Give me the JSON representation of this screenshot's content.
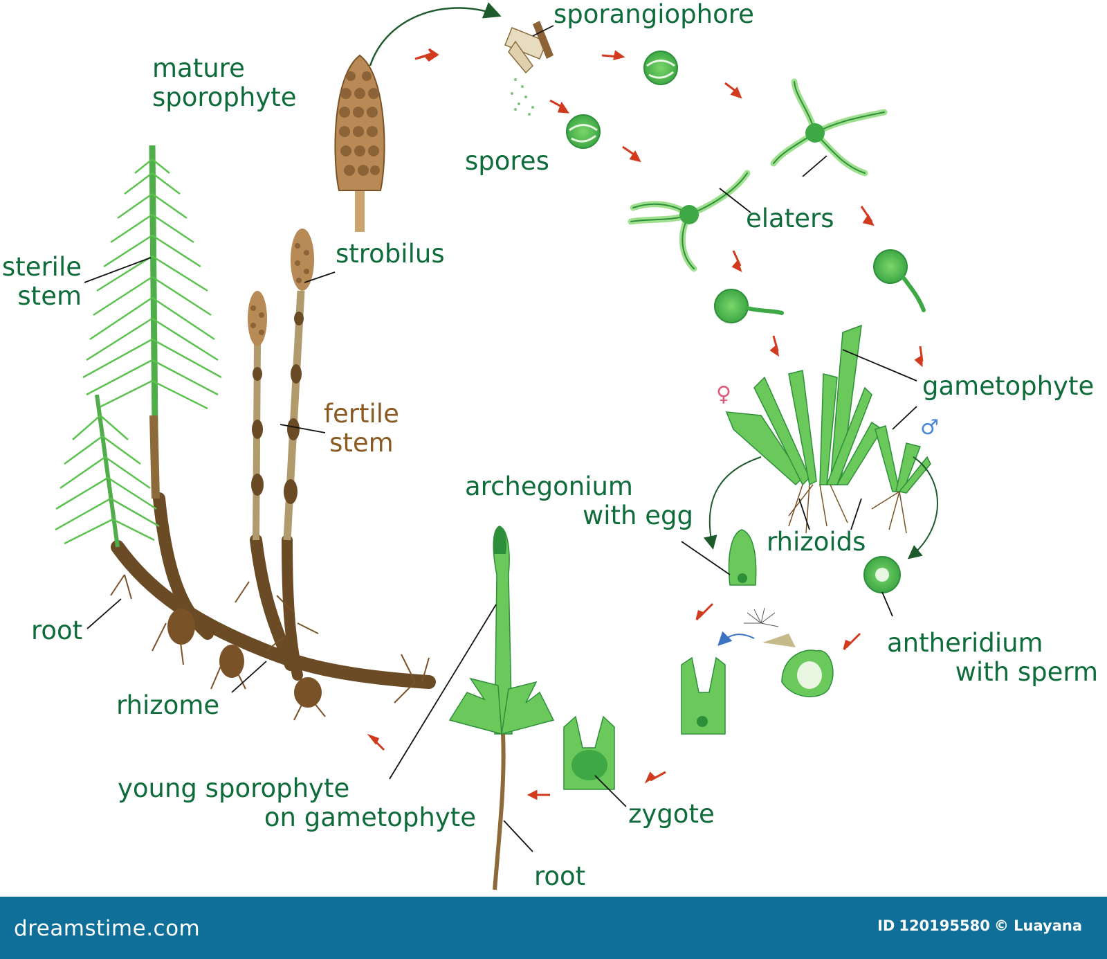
{
  "labels": {
    "mature_sporophyte": [
      "mature",
      "sporophyte"
    ],
    "sterile_stem": [
      "sterile",
      "stem"
    ],
    "strobilus": "strobilus",
    "fertile_stem": [
      "fertile",
      "stem"
    ],
    "root_left": "root",
    "rhizome": "rhizome",
    "sporangiophore": "sporangiophore",
    "spores": "spores",
    "elaters": "elaters",
    "gametophyte": "gametophyte",
    "rhizoids": "rhizoids",
    "archegonium": [
      "archegonium",
      "with egg"
    ],
    "antheridium": [
      "antheridium",
      "with sperm"
    ],
    "zygote": "zygote",
    "young_sporophyte": [
      "young sporophyte",
      "on gametophyte"
    ],
    "root_bottom": "root",
    "female_symbol": "♀",
    "male_symbol": "♂"
  },
  "footer": {
    "logo": "dreamstime.com",
    "id_prefix": "ID",
    "id_number": "120195580",
    "credit": "© Luayana"
  },
  "colors": {
    "label_green": "#0e6b3a",
    "label_brown": "#8a5a22",
    "plant_green": "#5cc24f",
    "plant_dark_green": "#2e8f3b",
    "rhizome_brown": "#6b4a26",
    "arrow_red": "#d23a1e",
    "female_pink": "#e05a7a",
    "male_blue": "#4a86d8",
    "footer_bg": "#0f6f98"
  }
}
